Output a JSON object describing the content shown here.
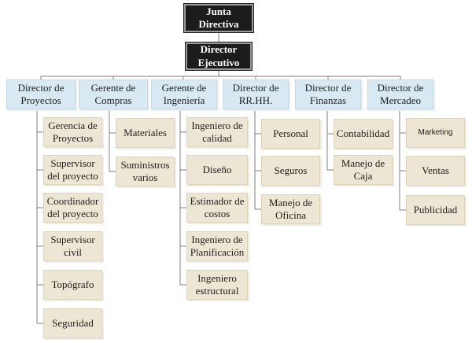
{
  "board": "Junta Directiva",
  "ceo": "Director Ejecutivo",
  "departments": [
    {
      "title": "Director de Proyectos",
      "items": [
        "Gerencia de Proyectos",
        "Supervisor del proyecto",
        "Coordinador del proyecto",
        "Supervisor civil",
        "Topógrafo",
        "Seguridad"
      ]
    },
    {
      "title": "Gerente de Compras",
      "items": [
        "Materiales",
        "Suministros varios"
      ]
    },
    {
      "title": "Gerente de Ingeniería",
      "items": [
        "Ingeniero de calidad",
        "Diseño",
        "Estimador de costos",
        "Ingeniero de Planificación",
        "Ingeniero estructural"
      ]
    },
    {
      "title": "Director de RR.HH.",
      "items": [
        "Personal",
        "Seguros",
        "Manejo de Oficina"
      ]
    },
    {
      "title": "Director de Finanzas",
      "items": [
        "Contabilidad",
        "Manejo de Caja"
      ]
    },
    {
      "title": "Director de Mercadeo",
      "items": [
        "Marketing",
        "Ventas",
        "Publicidad"
      ]
    }
  ]
}
